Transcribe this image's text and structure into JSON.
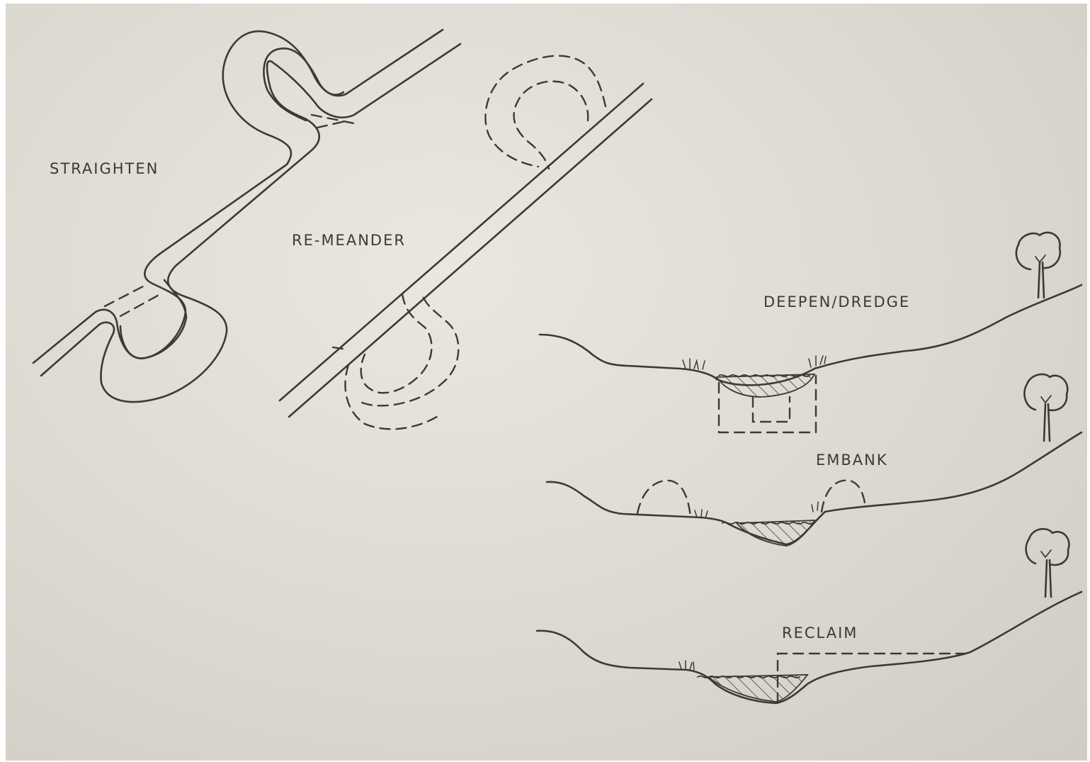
{
  "labels": {
    "straighten": "STRAIGHTEN",
    "remeander": "RE-MEANDER",
    "deepen": "DEEPEN/DREDGE",
    "embank": "EMBANK",
    "reclaim": "RECLAIM"
  },
  "colors": {
    "paper": "#dcd9d1",
    "ink": "#3b3a38"
  }
}
